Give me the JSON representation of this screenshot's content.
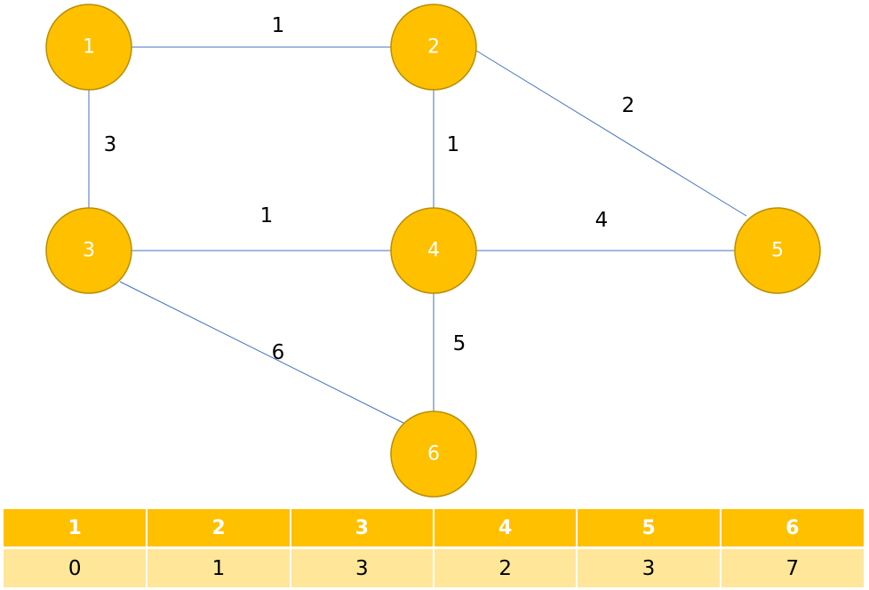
{
  "graph": {
    "nodes": [
      {
        "id": "1",
        "label": "1"
      },
      {
        "id": "2",
        "label": "2"
      },
      {
        "id": "3",
        "label": "3"
      },
      {
        "id": "4",
        "label": "4"
      },
      {
        "id": "5",
        "label": "5"
      },
      {
        "id": "6",
        "label": "6"
      }
    ],
    "edges": [
      {
        "from": "1",
        "to": "2",
        "weight": "1"
      },
      {
        "from": "1",
        "to": "3",
        "weight": "3"
      },
      {
        "from": "2",
        "to": "4",
        "weight": "1"
      },
      {
        "from": "2",
        "to": "5",
        "weight": "2"
      },
      {
        "from": "3",
        "to": "4",
        "weight": "1"
      },
      {
        "from": "4",
        "to": "5",
        "weight": "4"
      },
      {
        "from": "3",
        "to": "6",
        "weight": "6"
      },
      {
        "from": "4",
        "to": "6",
        "weight": "5"
      }
    ],
    "colors": {
      "node_fill": "#ffc000",
      "node_stroke": "#b88f00",
      "node_text": "#ffffff",
      "edge": "#4472c4"
    }
  },
  "table": {
    "headers": [
      "1",
      "2",
      "3",
      "4",
      "5",
      "6"
    ],
    "values": [
      "0",
      "1",
      "3",
      "2",
      "3",
      "7"
    ],
    "colors": {
      "header_bg": "#ffc000",
      "row_bg": "#ffe699"
    }
  }
}
